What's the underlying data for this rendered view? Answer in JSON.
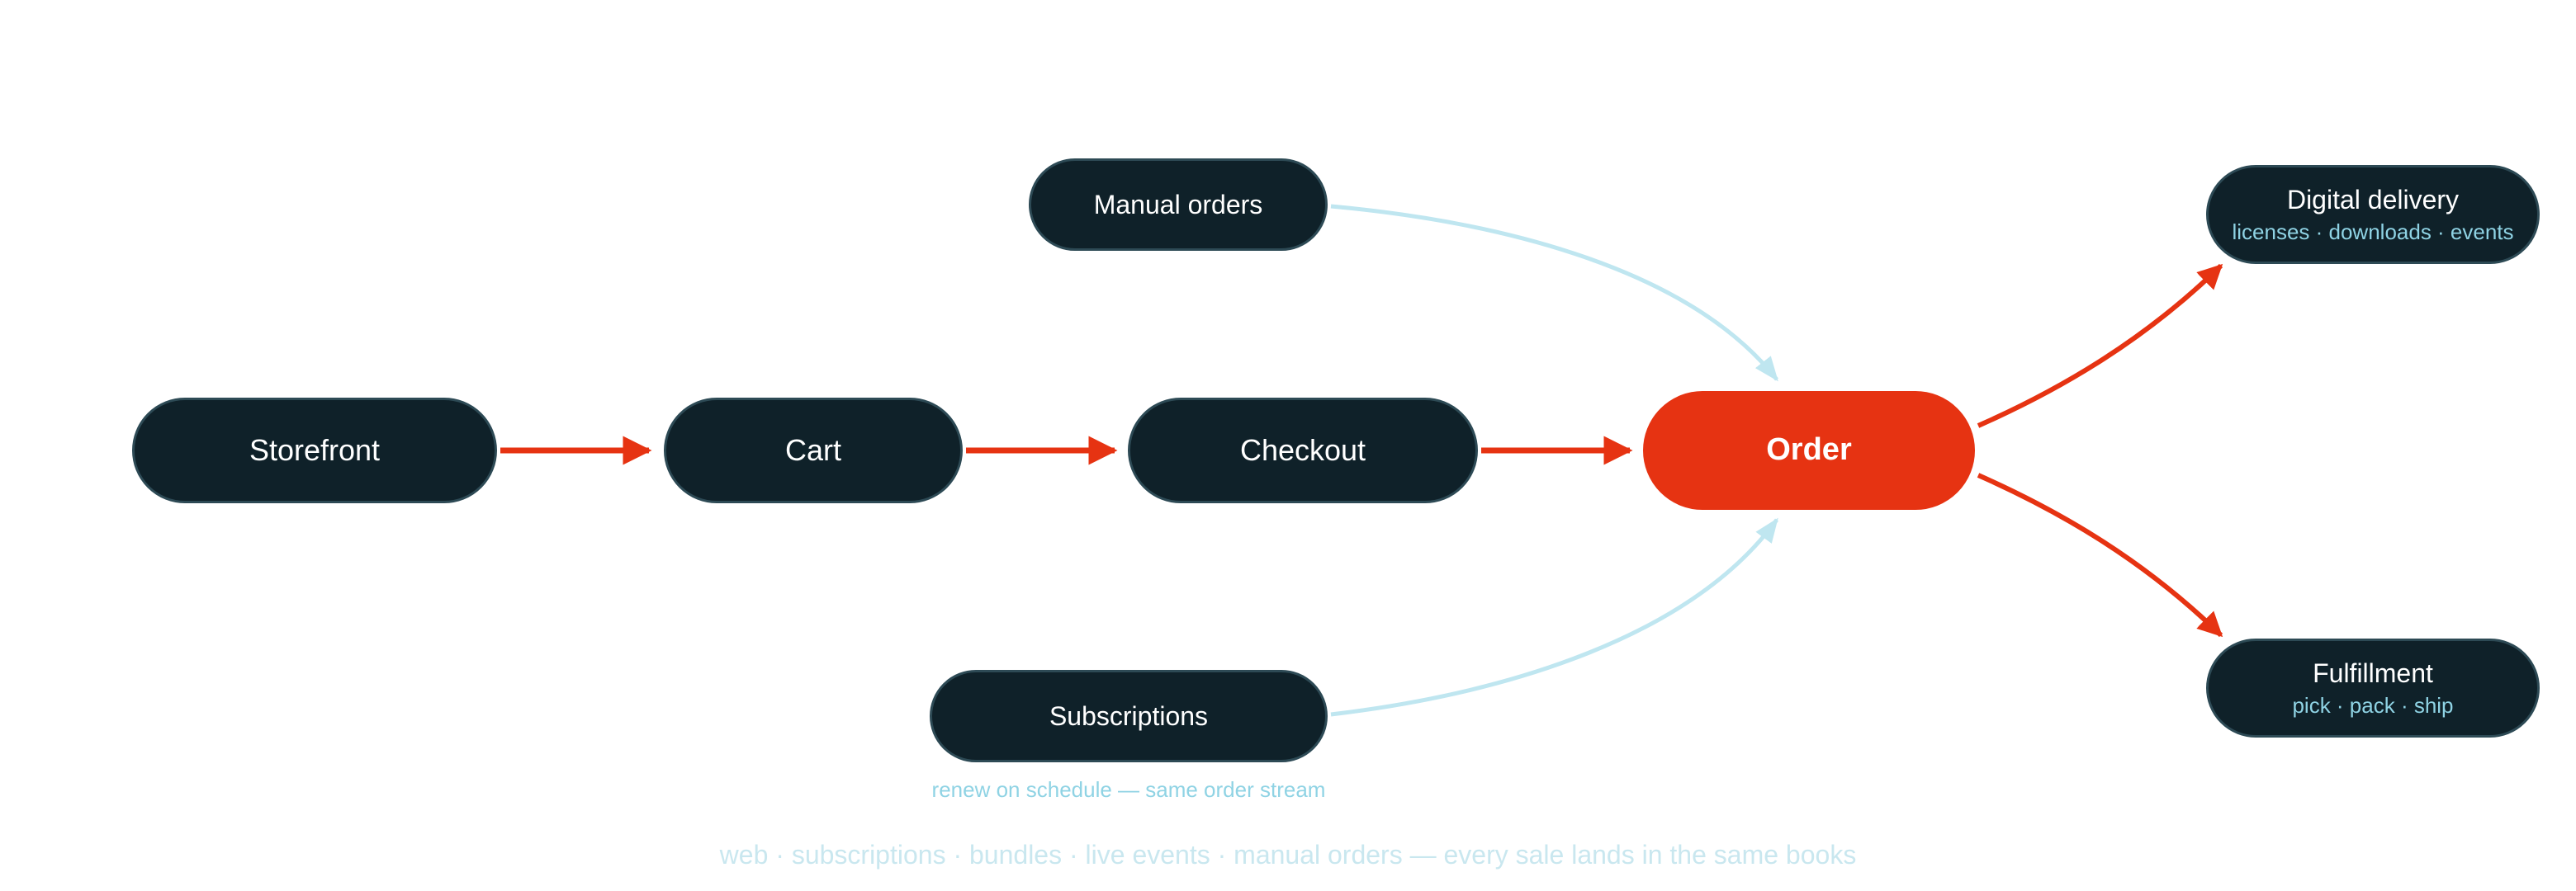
{
  "nodes": {
    "storefront": {
      "label": "Storefront"
    },
    "cart": {
      "label": "Cart"
    },
    "checkout": {
      "label": "Checkout"
    },
    "order": {
      "label": "Order"
    },
    "manual_orders": {
      "label": "Manual orders"
    },
    "subscriptions": {
      "label": "Subscriptions",
      "note": "renew on schedule — same order stream"
    },
    "digital_delivery": {
      "label": "Digital delivery",
      "sub": "licenses · downloads · events"
    },
    "fulfillment": {
      "label": "Fulfillment",
      "sub": "pick · pack · ship"
    }
  },
  "footer": "web · subscriptions · bundles · live events · manual orders — every sale lands in the same books",
  "colors": {
    "node_fill": "#0f2129",
    "node_border": "#2d4a55",
    "hub_fill": "#e63312",
    "primary_arrow": "#e63312",
    "secondary_arrow": "#bfe6f0",
    "sub_text": "#8fd3e4",
    "footer_text": "#c9e7ef"
  }
}
